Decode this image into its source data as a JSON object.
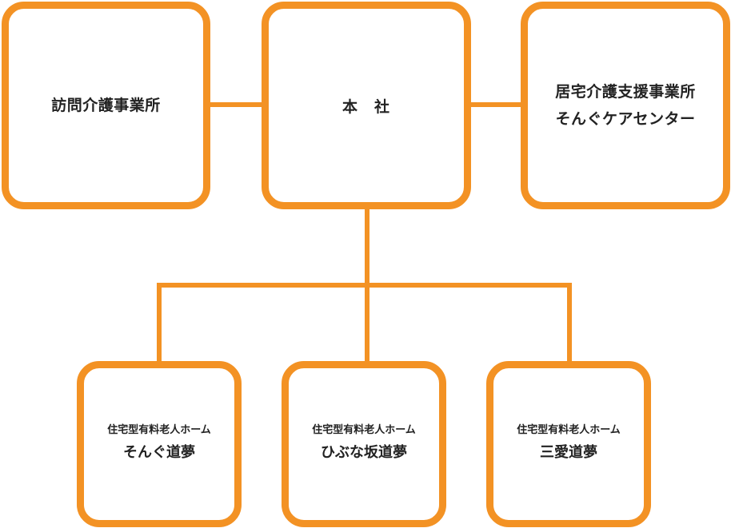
{
  "theme": {
    "accent": "#f39224",
    "text": "#222222",
    "background": "#ffffff"
  },
  "org_chart": {
    "top": {
      "houmon": {
        "label": "訪問介護事業所"
      },
      "honsha": {
        "label": "本　社"
      },
      "kyotaku": {
        "line1": "居宅介護支援事業所",
        "line2": "そんぐケアセンター"
      }
    },
    "facilities": [
      {
        "type": "住宅型有料老人ホーム",
        "name": "そんぐ道夢"
      },
      {
        "type": "住宅型有料老人ホーム",
        "name": "ひぶな坂道夢"
      },
      {
        "type": "住宅型有料老人ホーム",
        "name": "三愛道夢"
      }
    ]
  }
}
